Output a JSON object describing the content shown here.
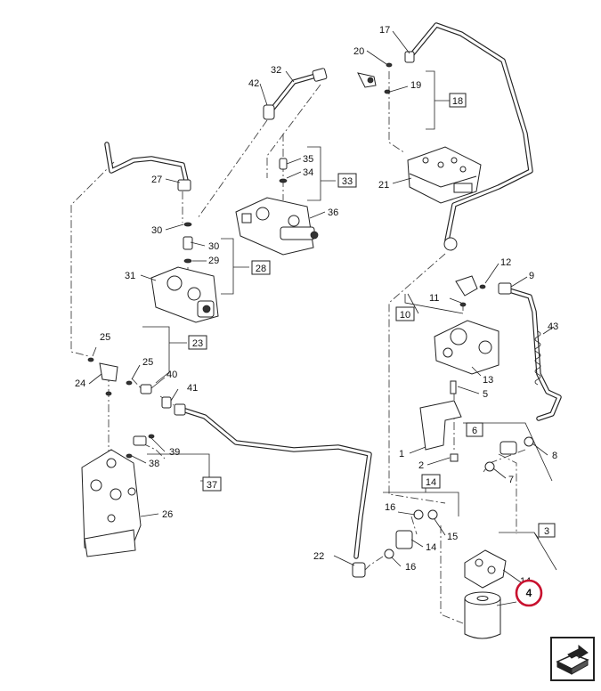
{
  "callouts": {
    "c1": "1",
    "c2": "2",
    "c4": "4",
    "c5": "5",
    "c7": "7",
    "c8": "8",
    "c9": "9",
    "c11": "11",
    "c12": "12",
    "c13": "13",
    "c14a": "14",
    "c14b": "14",
    "c15": "15",
    "c16a": "16",
    "c16b": "16",
    "c17": "17",
    "c19": "19",
    "c20": "20",
    "c21": "21",
    "c22": "22",
    "c24": "24",
    "c25a": "25",
    "c25b": "25",
    "c26": "26",
    "c27": "27",
    "c29": "29",
    "c30a": "30",
    "c30b": "30",
    "c31": "31",
    "c32": "32",
    "c34": "34",
    "c35": "35",
    "c36": "36",
    "c38": "38",
    "c39": "39",
    "c40": "40",
    "c41": "41",
    "c42": "42",
    "c43": "43"
  },
  "groups": {
    "g3": "3",
    "g6": "6",
    "g10": "10",
    "g14": "14",
    "g18": "18",
    "g23": "23",
    "g28": "28",
    "g33": "33",
    "g37": "37"
  },
  "highlight": {
    "label": "4",
    "color": "#c8102e"
  },
  "nav": {
    "icon": "next-page-arrow-icon"
  },
  "colors": {
    "line": "#222222",
    "background": "#ffffff"
  }
}
